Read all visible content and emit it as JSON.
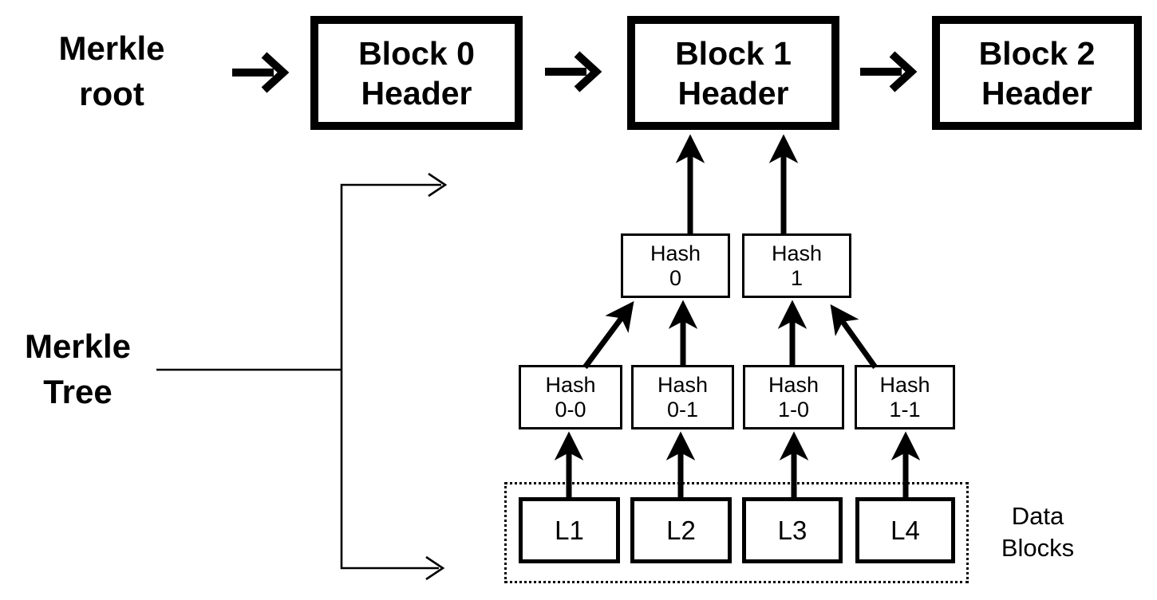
{
  "diagram": {
    "kind": "merkle-tree-blockchain-diagram",
    "colors": {
      "ink": "#000000",
      "background": "#ffffff"
    },
    "labels": {
      "merkle_root": {
        "line1": "Merkle",
        "line2": "root"
      },
      "merkle_tree": {
        "line1": "Merkle",
        "line2": "Tree"
      },
      "data_blocks": {
        "line1": "Data",
        "line2": "Blocks"
      }
    },
    "block_headers": [
      {
        "line1": "Block 0",
        "line2": "Header"
      },
      {
        "line1": "Block 1",
        "line2": "Header"
      },
      {
        "line1": "Block 2",
        "line2": "Header"
      }
    ],
    "hash_level_1": [
      {
        "line1": "Hash",
        "line2": "0"
      },
      {
        "line1": "Hash",
        "line2": "1"
      }
    ],
    "hash_level_0": [
      {
        "line1": "Hash",
        "line2": "0-0"
      },
      {
        "line1": "Hash",
        "line2": "0-1"
      },
      {
        "line1": "Hash",
        "line2": "1-0"
      },
      {
        "line1": "Hash",
        "line2": "1-1"
      }
    ],
    "leaves": [
      {
        "label": "L1"
      },
      {
        "label": "L2"
      },
      {
        "label": "L3"
      },
      {
        "label": "L4"
      }
    ]
  }
}
